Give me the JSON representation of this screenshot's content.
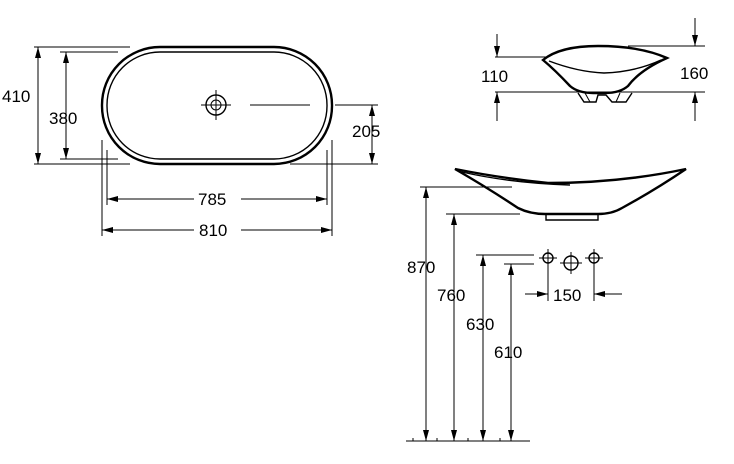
{
  "top_view": {
    "outer_height": "410",
    "inner_height": "380",
    "drain_offset": "205",
    "inner_width": "785",
    "outer_width": "810"
  },
  "side_view": {
    "bowl_depth": "110",
    "total_height": "160"
  },
  "elevation": {
    "rim_height": "870",
    "bottom_height": "760",
    "supply_upper": "630",
    "supply_lower": "610",
    "valve_spacing": "150"
  }
}
